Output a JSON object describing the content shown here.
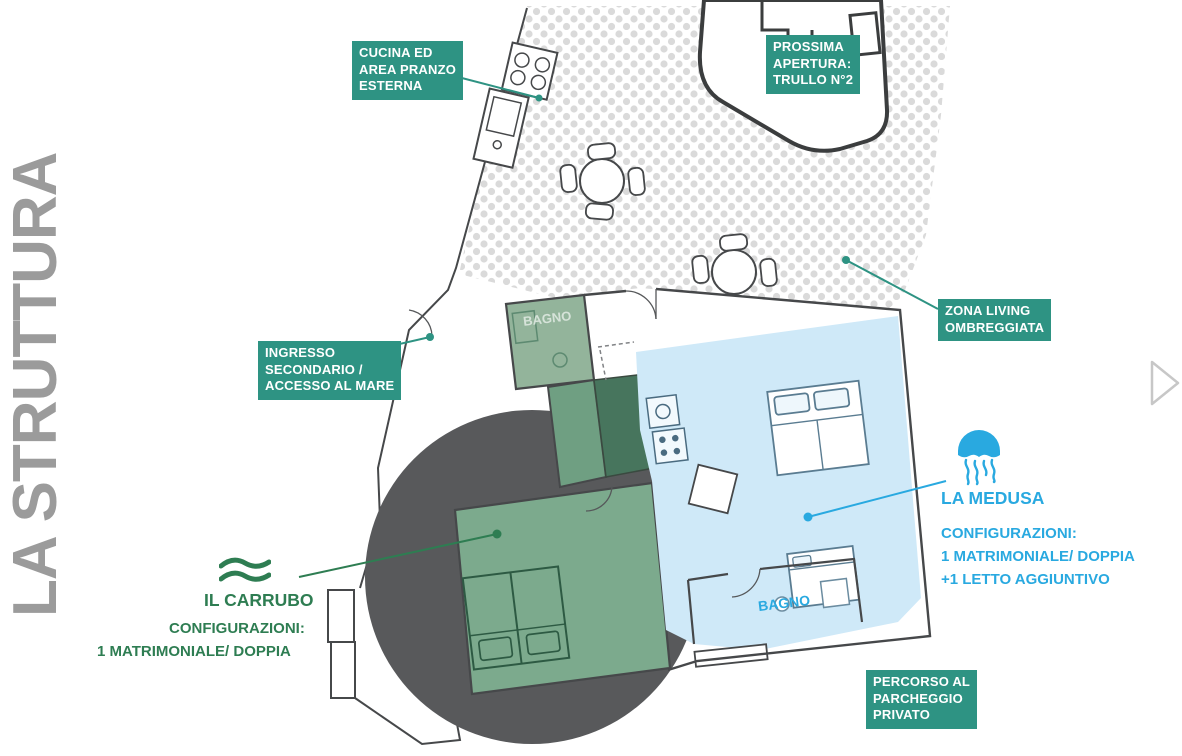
{
  "page_title": "LA STRUTTURA",
  "callouts": {
    "cucina": "CUCINA ED\nAREA PRANZO\nESTERNA",
    "prossima_apertura": "PROSSIMA\nAPERTURA:\nTRULLO N°2",
    "zona_living": "ZONA LIVING\nOMBREGGIATA",
    "ingresso": "INGRESSO\nSECONDARIO /\nACCESSO AL MARE",
    "percorso": "PERCORSO AL\nPARCHEGGIO\nPRIVATO"
  },
  "units": {
    "carrubo": {
      "name": "IL CARRUBO",
      "config_heading": "CONFIGURAZIONI:",
      "config_line1": "1 MATRIMONIALE/ DOPPIA",
      "bathroom": "BAGNO",
      "icon": "carob-leaves-icon"
    },
    "medusa": {
      "name": "LA MEDUSA",
      "config_heading": "CONFIGURAZIONI:",
      "config_line1": "1 MATRIMONIALE/ DOPPIA",
      "config_line2": "+1 LETTO AGGIUNTIVO",
      "bathroom": "BAGNO",
      "icon": "jellyfish-icon"
    }
  },
  "colors": {
    "teal_label": "#2e9383",
    "carrubo_green": "#2e7d52",
    "medusa_blue": "#29a9e0",
    "canopy_gray": "#58595b",
    "room_green": "#7caa8d",
    "room_green_dark": "#6f9f82",
    "room_bagno_green": "#93b49b",
    "room_blue": "#cfe9f8",
    "title_gray": "#9b9b9b",
    "wall_gray": "#46484a",
    "dots_gray": "#dadada"
  }
}
